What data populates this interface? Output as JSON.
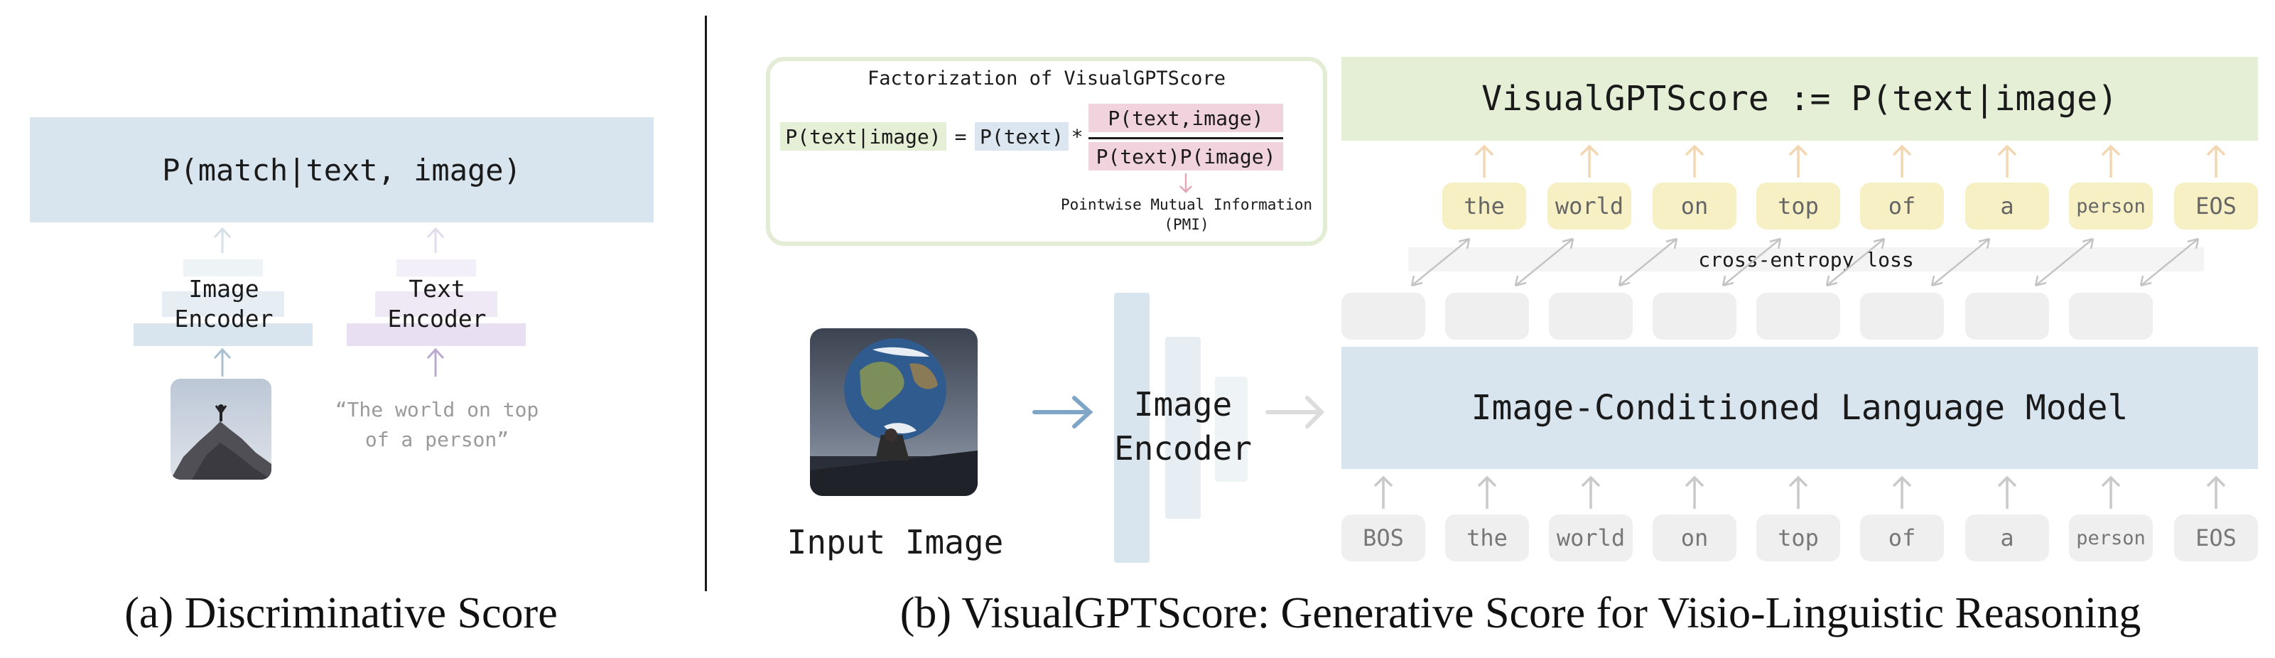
{
  "panel_a": {
    "score_box": "P(match|text, image)",
    "image_encoder": [
      "Image",
      "Encoder"
    ],
    "text_encoder": [
      "Text",
      "Encoder"
    ],
    "quote": [
      "“The world on top",
      "of a person”"
    ],
    "caption": "(a) Discriminative Score"
  },
  "panel_b": {
    "factorization": {
      "title": "Factorization of VisualGPTScore",
      "lhs": "P(text|image)",
      "equals": "=",
      "prior": "P(text)",
      "times": "*",
      "numerator": "P(text,image)",
      "denominator": "P(text)P(image)",
      "pmi": [
        "Pointwise Mutual Information",
        "(PMI)"
      ]
    },
    "vgs_box": "VisualGPTScore := P(text|image)",
    "output_tokens": [
      "the",
      "world",
      "on",
      "top",
      "of",
      "a",
      "person",
      "EOS"
    ],
    "cross_entropy": "cross-entropy loss",
    "lm_box": "Image-Conditioned Language Model",
    "input_tokens": [
      "BOS",
      "the",
      "world",
      "on",
      "top",
      "of",
      "a",
      "person",
      "EOS"
    ],
    "image_encoder": [
      "Image",
      "Encoder"
    ],
    "input_image_label": "Input Image",
    "caption": "(b) VisualGPTScore: Generative Score for Visio-Linguistic Reasoning"
  },
  "colors": {
    "blue_box": "#d8e5ee",
    "green_box": "#e5efd6",
    "yellow_token": "#f7f0c4",
    "gray_token": "#efefef",
    "purple_encoder": "#e8e0f2",
    "pink_highlight": "#f1d3dd",
    "arrow_blue": "#7fa6c6"
  }
}
